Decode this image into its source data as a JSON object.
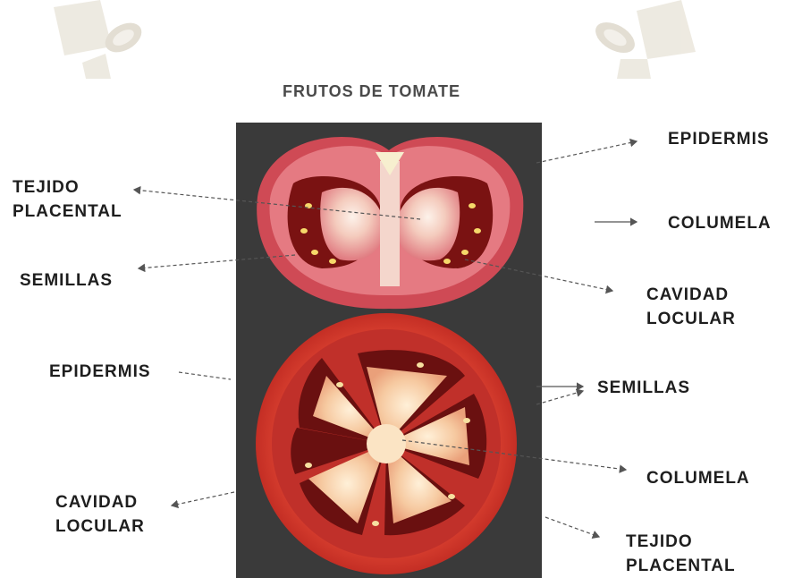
{
  "title": "FRUTOS DE TOMATE",
  "labels": {
    "epidermis_top": "EPIDERMIS",
    "tejido_placental_top": "TEJIDO\nPLACENTAL",
    "columela_top": "COLUMELA",
    "semillas_top": "SEMILLAS",
    "cavidad_locular_top": "CAVIDAD\nLOCULAR",
    "epidermis_bottom": "EPIDERMIS",
    "semillas_bottom": "SEMILLAS",
    "columela_bottom": "COLUMELA",
    "cavidad_locular_bottom": "CAVIDAD\nLOCULAR",
    "tejido_placental_bottom": "TEJIDO\nPLACENTAL"
  },
  "colors": {
    "photo_background": "#3a3a3a",
    "tomato_skin": "#c93a40",
    "tomato_flesh": "#f6d2c6",
    "locule_dark": "#6a1010",
    "watermark": "#ebe7dc"
  }
}
